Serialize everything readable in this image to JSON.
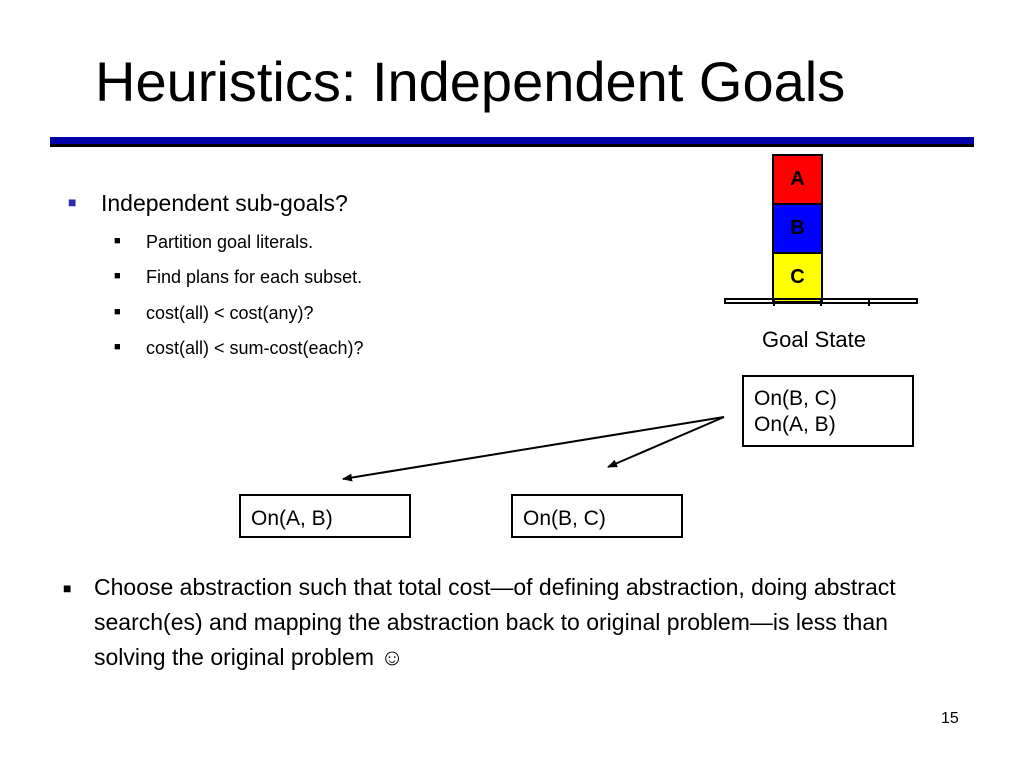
{
  "slide": {
    "title": "Heuristics: Independent Goals",
    "page_number": "15"
  },
  "bullets": {
    "main": "Independent sub-goals?",
    "sub": [
      "Partition goal literals.",
      "Find plans for each subset.",
      "cost(all) < cost(any)?",
      "cost(all) < sum-cost(each)?"
    ],
    "bottom": "Choose abstraction such that total cost—of  defining abstraction, doing abstract search(es) and mapping the abstraction back to original problem—is less than solving the original problem ☺"
  },
  "goal_state": {
    "label": "Goal State",
    "blocks": [
      {
        "letter": "A",
        "color": "#ff0000"
      },
      {
        "letter": "B",
        "color": "#0000ff"
      },
      {
        "letter": "C",
        "color": "#ffff00"
      }
    ],
    "literals": [
      "On(B, C)",
      "On(A, B)"
    ]
  },
  "subgoals": {
    "left": "On(A, B)",
    "right": "On(B, C)"
  },
  "icons": {
    "bullet_square": "square-bullet-icon",
    "smiley": "smiley-icon"
  },
  "colors": {
    "title_rule_blue": "#0000a8",
    "bullet_blue": "#2a2ab4"
  }
}
